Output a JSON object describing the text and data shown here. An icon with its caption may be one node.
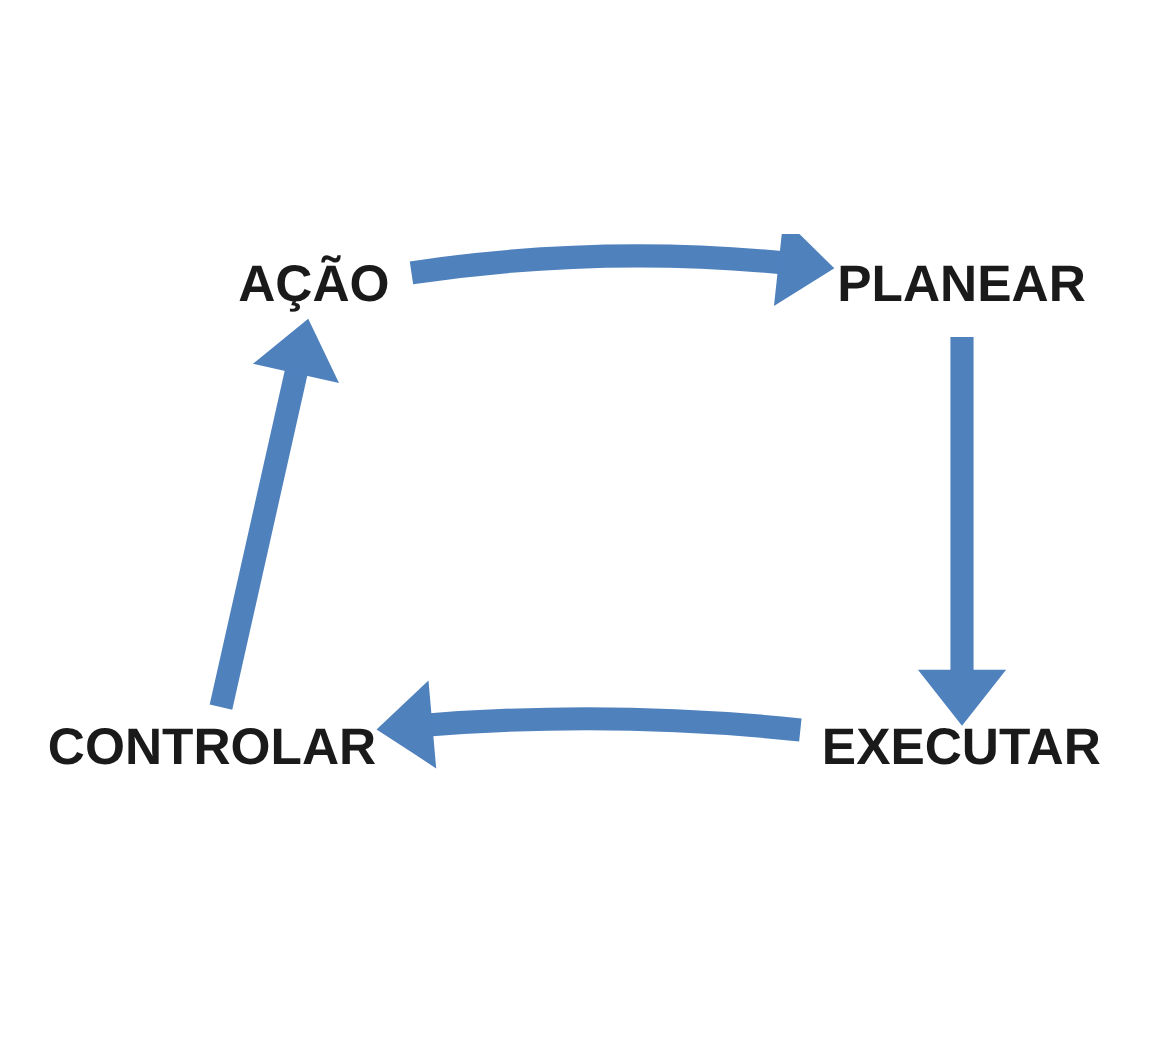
{
  "diagram": {
    "nodes": [
      {
        "text": [
          "AÇÃO"
        ]
      },
      {
        "text": [
          "PLANEAR"
        ]
      },
      {
        "text": [
          "EXECUTAR"
        ]
      },
      {
        "text": [
          "CONTROLAR"
        ]
      }
    ],
    "edges": [
      {
        "from": 0,
        "to": 1,
        "arrow": "to"
      },
      {
        "from": 1,
        "to": 2,
        "arrow": "to"
      },
      {
        "from": 2,
        "to": 3,
        "arrow": "to"
      },
      {
        "from": 3,
        "to": 0,
        "arrow": "to"
      }
    ]
  }
}
